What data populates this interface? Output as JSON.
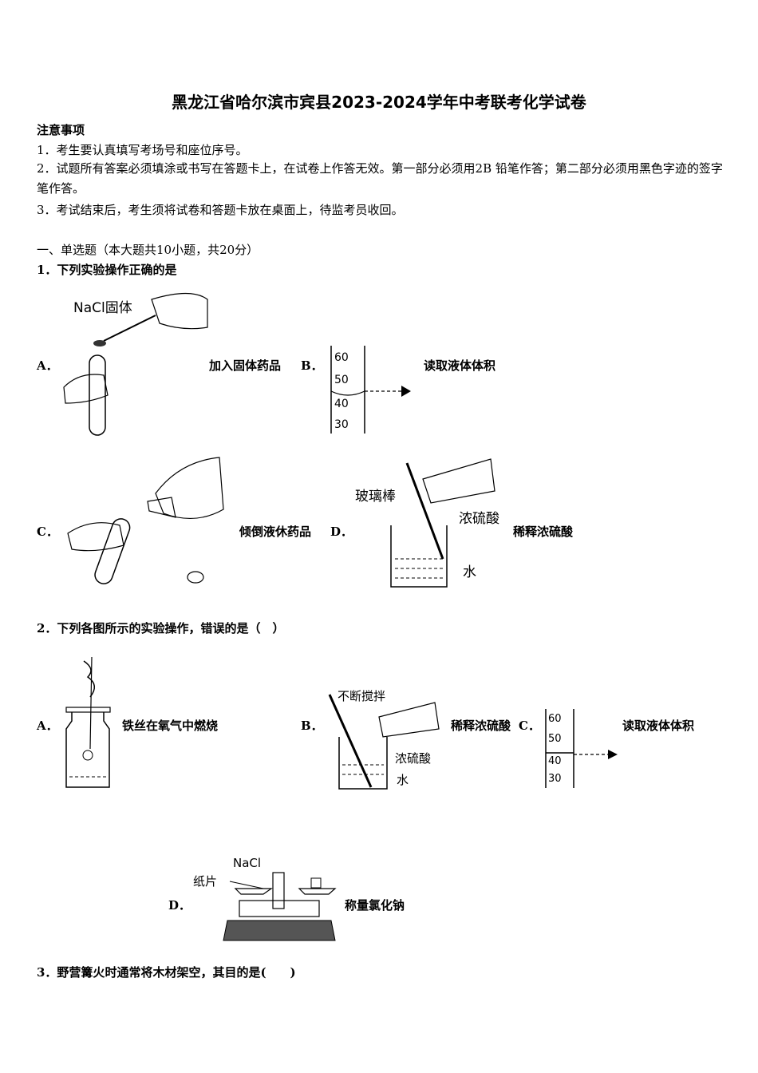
{
  "title": "黑龙江省哈尔滨市宾县2023-2024学年中考联考化学试卷",
  "notice": {
    "heading": "注意事项",
    "items": [
      "1．考生要认真填写考场号和座位序号。",
      "2．试题所有答案必须填涂或书写在答题卡上，在试卷上作答无效。第一部分必须用2B 铅笔作答；第二部分必须用黑色字迹的签字笔作答。",
      "3．考试结束后，考生须将试卷和答题卡放在桌面上，待监考员收回。"
    ]
  },
  "section_title": "一、单选题（本大题共10小题，共20分）",
  "q1": {
    "stem": "1．下列实验操作正确的是",
    "options": [
      {
        "label": "A．",
        "caption": "加入固体药品",
        "fig_text": "NaCl固体"
      },
      {
        "label": "B．",
        "caption": "读取液体体积",
        "ticks": [
          "60",
          "50",
          "40",
          "30"
        ]
      },
      {
        "label": "C．",
        "caption": "倾倒液休药品"
      },
      {
        "label": "D．",
        "caption": "稀释浓硫酸",
        "fig_labels": [
          "玻璃棒",
          "浓硫酸",
          "水"
        ]
      }
    ]
  },
  "q2": {
    "stem": "2．下列各图所示的实验操作，错误的是（　）",
    "options": [
      {
        "label": "A．",
        "caption": "铁丝在氧气中燃烧"
      },
      {
        "label": "B．",
        "caption": "稀释浓硫酸",
        "fig_labels": [
          "不断搅拌",
          "浓硫酸",
          "水"
        ]
      },
      {
        "label": "C．",
        "caption": "读取液体体积",
        "ticks": [
          "60",
          "50",
          "40",
          "30"
        ]
      },
      {
        "label": "D．",
        "caption": "称量氯化钠",
        "fig_labels": [
          "NaCl",
          "纸片"
        ]
      }
    ]
  },
  "q3": {
    "stem": "3．野营篝火时通常将木材架空，其目的是(　　)"
  }
}
